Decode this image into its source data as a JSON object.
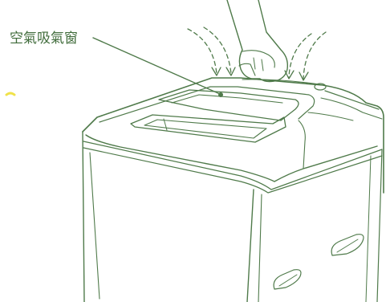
{
  "callout": {
    "label": "空氣吸氣窗"
  },
  "colors": {
    "line": "#4f7a4a",
    "label": "#3f6b3a",
    "background": "#ffffff",
    "highlight_mark": "#f0e24a"
  },
  "icons": {
    "airflow_arrows": "dashed-curved-arrow",
    "hand": "hand-lifting-lid"
  }
}
